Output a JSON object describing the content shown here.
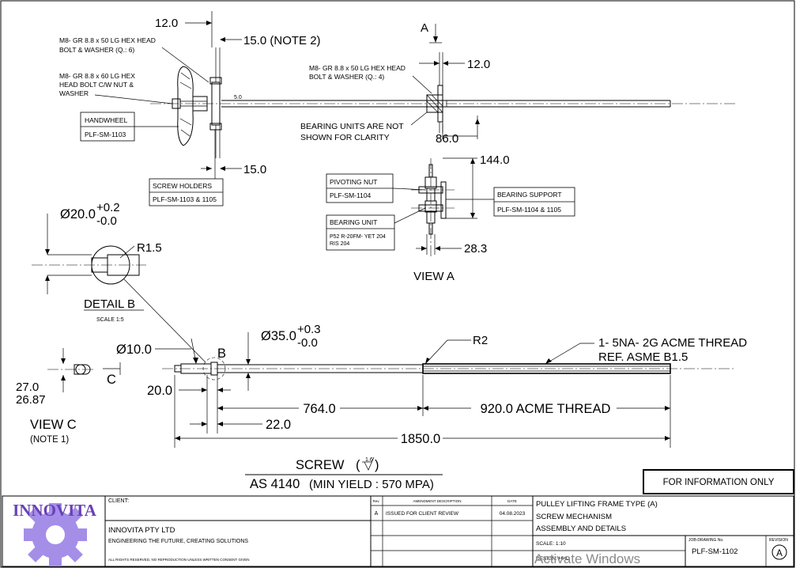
{
  "labels": {
    "hex_bolt_top_1": "M8- GR 8.8 x 50 LG HEX HEAD",
    "hex_bolt_top_2": "BOLT & WASHER (Q.: 6)",
    "hex_bolt_nut_1": "M8- GR 8.8 x 60 LG HEX",
    "hex_bolt_nut_2": "HEAD BOLT C/W NUT &",
    "hex_bolt_nut_3": "WASHER",
    "hex_bolt_right_1": "M8- GR 8.8 x 50 LG HEX HEAD",
    "hex_bolt_right_2": "BOLT & WASHER (Q.: 4)",
    "bearing_note_1": "BEARING UNITS ARE NOT",
    "bearing_note_2": "SHOWN FOR CLARITY",
    "view_a": "VIEW A",
    "view_c": "VIEW C",
    "view_c_note": "(NOTE 1)",
    "detail_b": "DETAIL B",
    "detail_b_scale": "SCALE 1:5",
    "section_a": "A",
    "section_b": "B",
    "section_c": "C",
    "thread_1": "1- 5NA- 2G ACME THREAD",
    "thread_2": "REF. ASME B1.5",
    "r2": "R2",
    "r15": "R1.5",
    "screw_title": "SCREW",
    "screw_finish": "1.6",
    "material_std": "AS 4140",
    "material_yield": "(MIN YIELD : 570 MPA)",
    "for_info": "FOR INFORMATION ONLY"
  },
  "callouts": {
    "handwheel_name": "HANDWHEEL",
    "handwheel_code": "PLF-SM-1103",
    "screw_holders_name": "SCREW HOLDERS",
    "screw_holders_code": "PLF-SM-1103 & 1105",
    "pivoting_nut_name": "PIVOTING NUT",
    "pivoting_nut_code": "PLF-SM-1104",
    "bearing_unit_name": "BEARING UNIT",
    "bearing_unit_code_1": "P52 R-20FM- YET 204",
    "bearing_unit_code_2": "RIS 204",
    "bearing_support_name": "BEARING SUPPORT",
    "bearing_support_code": "PLF-SM-1104 & 1105"
  },
  "dimensions": {
    "d12_top": "12.0",
    "d15_note2": "15.0 (NOTE 2)",
    "d5": "5.0",
    "d15_bottom": "15.0",
    "d12_right": "12.0",
    "d86": "86.0",
    "d144": "144.0",
    "d283": "28.3",
    "dia20": "Ø20.0",
    "dia20_tol_plus": "+0.2",
    "dia20_tol_minus": "-0.0",
    "dia10": "Ø10.0",
    "dia35": "Ø35.0",
    "dia35_tol_plus": "+0.3",
    "dia35_tol_minus": "-0.0",
    "d27": "27.0",
    "d2687": "26.87",
    "d20": "20.0",
    "d764": "764.0",
    "d920": "920.0 ACME THREAD",
    "d22": "22.0",
    "d1850": "1850.0"
  },
  "title_block": {
    "company_logo": "INNOVITA",
    "client_label": "CLIENT:",
    "rev_header": "Rev.",
    "amend_header": "AMENDMENT DESCRIPTION",
    "date_header": "DATE",
    "rev_a": "A",
    "amend_a": "ISSUED FOR CLIENT REVIEW",
    "date_a": "04.08.2023",
    "company_name": "INNOVITA PTY LTD",
    "company_tagline": "ENGINEERING THE FUTURE, CREATING SOLUTIONS",
    "rights": "ALL RIGHTS RESERVED, NO REPRODUCTION UNLESS WRITTEN CONSENT GIVEN",
    "title_1": "PULLEY LIFTING FRAME TYPE (A)",
    "title_2": "SCREW MECHANISM",
    "title_3": "ASSEMBLY AND DETAILS",
    "scale": "SCALE: 1:10",
    "designed": "DESIGN: HHD",
    "drawing_no_label": "JOB-DRAWING No.",
    "drawing_no": "PLF-SM-1102",
    "revision_label": "REVISION",
    "revision": "A"
  },
  "watermark": "Activate Windows",
  "colors": {
    "ink": "#000000",
    "logo_purple": "#a58ee8",
    "logo_text": "#6a3fb8"
  }
}
